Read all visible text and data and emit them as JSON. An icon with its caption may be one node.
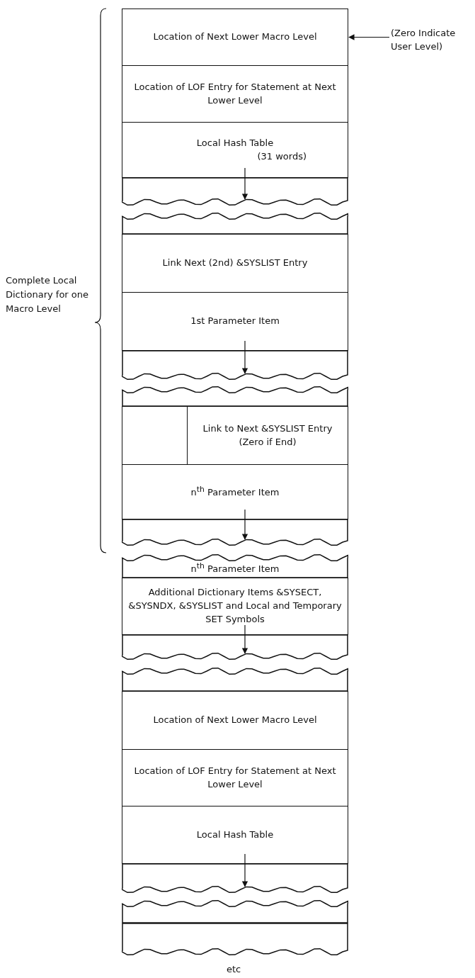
{
  "diagram": {
    "nodes": [
      {
        "text": [
          "Location of Next Lower Macro Level"
        ]
      },
      {
        "text": [
          "Location of LOF Entry for Statement at Next Lower Level"
        ]
      },
      {
        "text": [
          "Local Hash Table",
          "(31 words)"
        ]
      },
      {
        "text": [],
        "shape": "box"
      },
      {
        "text": [],
        "shape": "box"
      },
      {
        "text": [
          "Link Next (2nd) &SYSLIST Entry"
        ]
      },
      {
        "text": [
          "1st Parameter Item"
        ]
      },
      {
        "text": [],
        "shape": "box"
      },
      {
        "text": [],
        "shape": "box"
      },
      {
        "text": [],
        "shape": "box"
      },
      {
        "text": [
          "Link to Next &SYSLIST Entry (Zero if End)"
        ]
      },
      {
        "text": [
          "n$^{th}$ Parameter Item"
        ]
      },
      {
        "text": [],
        "shape": "box"
      },
      {
        "text": [
          "n$^{th}$ Parameter Item"
        ]
      },
      {
        "text": [
          "Additional Dictionary Items &SYSECT, &SYSNDX, &SYSLIST and Local and Temporary SET Symbols"
        ]
      },
      {
        "text": [],
        "shape": "box"
      },
      {
        "text": [],
        "shape": "box"
      },
      {
        "text": [
          "Location of Next Lower Macro Level"
        ]
      },
      {
        "text": [
          "Location of LOF Entry for Statement at Next Lower Level"
        ]
      },
      {
        "text": [
          "Local Hash Table"
        ]
      },
      {
        "text": [],
        "shape": "box"
      },
      {
        "text": [],
        "shape": "box"
      },
      {
        "text": [],
        "shape": "box"
      },
      {
        "text": [
          "(Zero Indicate User Level)"
        ]
      }
    ],
    "edges": [
      {
        "from": 23,
        "to": 0,
        "arrow": "to"
      },
      {
        "from": 2,
        "to": 3,
        "arrow": "to"
      },
      {
        "from": 6,
        "to": 7,
        "arrow": "to"
      },
      {
        "from": 11,
        "to": 12,
        "arrow": "to"
      },
      {
        "from": 14,
        "to": 15,
        "arrow": "to"
      },
      {
        "from": 19,
        "to": 20,
        "arrow": "to"
      }
    ],
    "labels": [
      "Complete Local Dictionary for one Macro Level",
      "etc"
    ]
  }
}
